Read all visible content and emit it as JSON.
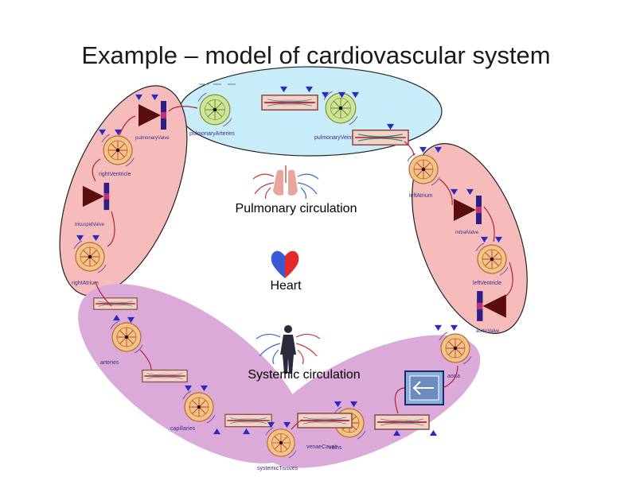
{
  "title": "Example – model of cardiovascular system",
  "center": {
    "pulmonary_label": "Pulmonary circulation",
    "heart_label": "Heart",
    "systemic_label": "Systemic circulation"
  },
  "component_labels": {
    "pulmonary_arteries": "pulmonaryArteries",
    "pulmonary_veins": "pulmonaryVeins",
    "pulmonary_valve": "pulmonaryValve",
    "right_ventricle": "rightVentricle",
    "tricuspid_valve": "tricuspidValve",
    "right_atrium": "rightAtrium",
    "left_atrium": "leftAtrium",
    "mitral_valve": "mitralValve",
    "left_ventricle": "leftVentricle",
    "aortic_valve": "aorticValve",
    "aorta": "aorta",
    "arterial_branch": "arteries",
    "capillaries": "capillaries",
    "systemic_tissues": "systemicTissues",
    "venous_branch": "veins",
    "venae_cavae": "venaeCavae"
  },
  "colors": {
    "pulmonary_region": "#c9ecf9",
    "heart_left_region": "#f6bcbc",
    "heart_right_region": "#f6bcbc",
    "systemic_region": "#dcaad8",
    "chamber_fill": "#f3c489",
    "valve_dark": "#5a0d0d",
    "valve_bar": "#2d1d87",
    "vessel_fill": "#f3d3c4",
    "vessel_line": "#b0203a",
    "marker": "#2a2abf",
    "heart_left": "#3b5bd6",
    "heart_right": "#e22a2a",
    "pump_box": "#8aaed6"
  },
  "icons": [
    "lungs-icon",
    "heart-icon",
    "human-body-icon",
    "left-arrow-icon"
  ]
}
